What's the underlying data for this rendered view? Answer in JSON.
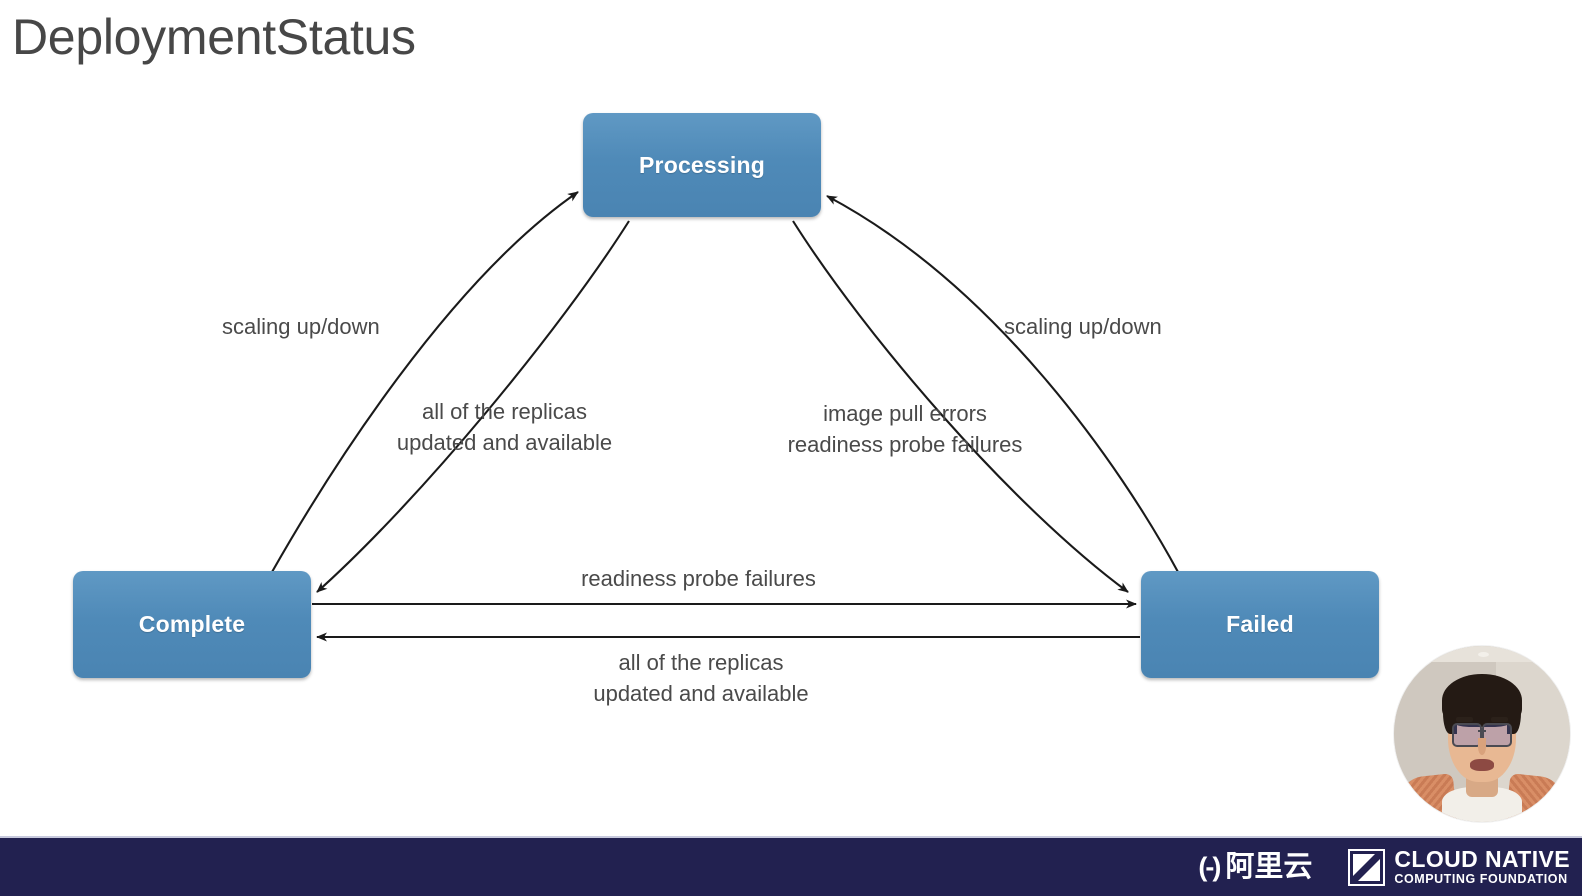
{
  "slide": {
    "title": "DeploymentStatus",
    "background_color": "#ffffff",
    "title_color": "#474747"
  },
  "diagram": {
    "type": "state-transition-diagram",
    "node_fill_color": "#4f8ab8",
    "node_text_color": "#ffffff",
    "edge_color": "#1a1a1a",
    "label_color": "#4a4a4a",
    "nodes": [
      {
        "id": "processing",
        "label": "Processing"
      },
      {
        "id": "complete",
        "label": "Complete"
      },
      {
        "id": "failed",
        "label": "Failed"
      }
    ],
    "edges": [
      {
        "id": "complete-to-processing",
        "from": "Complete",
        "to": "Processing",
        "label": "scaling up/down"
      },
      {
        "id": "processing-to-complete",
        "from": "Processing",
        "to": "Complete",
        "label": "all of the replicas\nupdated and available"
      },
      {
        "id": "processing-to-failed",
        "from": "Processing",
        "to": "Failed",
        "label": "image pull errors\nreadiness probe failures"
      },
      {
        "id": "failed-to-processing",
        "from": "Failed",
        "to": "Processing",
        "label": "scaling up/down"
      },
      {
        "id": "complete-to-failed",
        "from": "Complete",
        "to": "Failed",
        "label": "readiness probe failures"
      },
      {
        "id": "failed-to-complete",
        "from": "Failed",
        "to": "Complete",
        "label": "all of the replicas\nupdated and available"
      }
    ]
  },
  "webcam": {
    "icon": "presenter-webcam-circle"
  },
  "footer": {
    "background_color": "#222150",
    "alicloud": {
      "mark": "(-)",
      "text": "阿里云",
      "icon": "alibaba-cloud-logo"
    },
    "cncf": {
      "icon": "cncf-logo",
      "line1": "CLOUD NATIVE",
      "line2": "COMPUTING FOUNDATION"
    }
  }
}
